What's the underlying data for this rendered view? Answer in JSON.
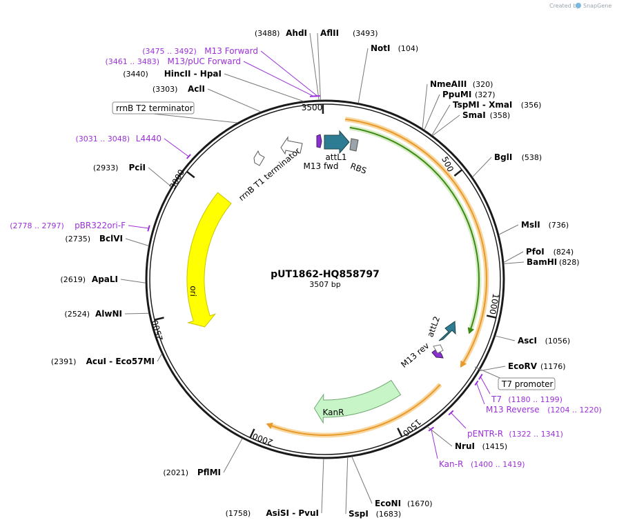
{
  "header": {
    "credit_text": "Created by",
    "brand": "SnapGene"
  },
  "plasmid": {
    "name": "pUT1862-HQ858797",
    "length_label": "3507 bp",
    "length": 3507
  },
  "colors": {
    "backbone": "#1a1a1a",
    "site_line": "#777777",
    "primer": "#9b30d9",
    "promoter_label_border": "#888888",
    "attl": "#2d7c93",
    "rbs": "#9aa3aa",
    "terminator": "#ffffff",
    "m13_fwd": "#8a30d0",
    "ori": "#ffff00",
    "kanr": "#c8f5c8",
    "orf_orange": "#e89a2c",
    "orf_green": "#3d8a12"
  },
  "ticks": [
    {
      "label": "500",
      "position": 500
    },
    {
      "label": "1000",
      "position": 1000
    },
    {
      "label": "1500",
      "position": 1500
    },
    {
      "label": "2000",
      "position": 2000
    },
    {
      "label": "2500",
      "position": 2500
    },
    {
      "label": "3000",
      "position": 3000
    },
    {
      "label": "3500",
      "position": 3500
    }
  ],
  "sites": [
    {
      "id": "ahdi",
      "name": "AhdI",
      "pos_label": "(3488)",
      "position": 3488,
      "side": "left"
    },
    {
      "id": "aflii",
      "name": "AflII",
      "pos_label": "(3493)",
      "position": 3493,
      "side": "right"
    },
    {
      "id": "noti",
      "name": "NotI",
      "pos_label": "(104)",
      "position": 104,
      "side": "right"
    },
    {
      "id": "hincii",
      "name": "HincII - HpaI",
      "pos_label": "(3440)",
      "position": 3440,
      "side": "left"
    },
    {
      "id": "acli",
      "name": "AclI",
      "pos_label": "(3303)",
      "position": 3303,
      "side": "left"
    },
    {
      "id": "nmeaiii",
      "name": "NmeAIII",
      "pos_label": "(320)",
      "position": 320,
      "side": "right"
    },
    {
      "id": "ppumi",
      "name": "PpuMI",
      "pos_label": "(327)",
      "position": 327,
      "side": "right"
    },
    {
      "id": "tspmi",
      "name": "TspMI - XmaI",
      "pos_label": "(356)",
      "position": 356,
      "side": "right"
    },
    {
      "id": "smai",
      "name": "SmaI",
      "pos_label": "(358)",
      "position": 358,
      "side": "right"
    },
    {
      "id": "bgli",
      "name": "BglI",
      "pos_label": "(538)",
      "position": 538,
      "side": "right"
    },
    {
      "id": "msli",
      "name": "MslI",
      "pos_label": "(736)",
      "position": 736,
      "side": "right"
    },
    {
      "id": "pfoi",
      "name": "PfoI",
      "pos_label": "(824)",
      "position": 824,
      "side": "right"
    },
    {
      "id": "bamhi",
      "name": "BamHI",
      "pos_label": "(828)",
      "position": 828,
      "side": "right"
    },
    {
      "id": "asci",
      "name": "AscI",
      "pos_label": "(1056)",
      "position": 1056,
      "side": "right"
    },
    {
      "id": "ecorv",
      "name": "EcoRV",
      "pos_label": "(1176)",
      "position": 1176,
      "side": "right"
    },
    {
      "id": "nrui",
      "name": "NruI",
      "pos_label": "(1415)",
      "position": 1415,
      "side": "right"
    },
    {
      "id": "sspi",
      "name": "SspI",
      "pos_label": "(1683)",
      "position": 1683,
      "side": "right"
    },
    {
      "id": "econi",
      "name": "EcoNI",
      "pos_label": "(1670)",
      "position": 1670,
      "side": "right"
    },
    {
      "id": "asisi",
      "name": "AsiSI - PvuI",
      "pos_label": "(1758)",
      "position": 1758,
      "side": "left"
    },
    {
      "id": "pflmi",
      "name": "PflMI",
      "pos_label": "(2021)",
      "position": 2021,
      "side": "left"
    },
    {
      "id": "acui",
      "name": "AcuI - Eco57MI",
      "pos_label": "(2391)",
      "position": 2391,
      "side": "left"
    },
    {
      "id": "alwni",
      "name": "AlwNI",
      "pos_label": "(2524)",
      "position": 2524,
      "side": "left"
    },
    {
      "id": "apali",
      "name": "ApaLI",
      "pos_label": "(2619)",
      "position": 2619,
      "side": "left"
    },
    {
      "id": "bclvi",
      "name": "BclVI",
      "pos_label": "(2735)",
      "position": 2735,
      "side": "left"
    },
    {
      "id": "pcii",
      "name": "PciI",
      "pos_label": "(2933)",
      "position": 2933,
      "side": "left"
    }
  ],
  "primers": [
    {
      "id": "m13-forward",
      "name": "M13 Forward",
      "pos_label": "(3475 .. 3492)",
      "start": 3475,
      "end": 3492,
      "side": "left"
    },
    {
      "id": "m13-puc-forward",
      "name": "M13/pUC Forward",
      "pos_label": "(3461 .. 3483)",
      "start": 3461,
      "end": 3483,
      "side": "left"
    },
    {
      "id": "l4440",
      "name": "L4440",
      "pos_label": "(3031 .. 3048)",
      "start": 3031,
      "end": 3048,
      "side": "left"
    },
    {
      "id": "pbr322ori-f",
      "name": "pBR322ori-F",
      "pos_label": "(2778 .. 2797)",
      "start": 2778,
      "end": 2797,
      "side": "left"
    },
    {
      "id": "t7",
      "name": "T7",
      "pos_label": "(1180 .. 1199)",
      "start": 1180,
      "end": 1199,
      "side": "right"
    },
    {
      "id": "m13-reverse",
      "name": "M13 Reverse",
      "pos_label": "(1204 .. 1220)",
      "start": 1204,
      "end": 1220,
      "side": "right"
    },
    {
      "id": "pentr-r",
      "name": "pENTR-R",
      "pos_label": "(1322 .. 1341)",
      "start": 1322,
      "end": 1341,
      "side": "right"
    },
    {
      "id": "kan-r",
      "name": "Kan-R",
      "pos_label": "(1400 .. 1419)",
      "start": 1400,
      "end": 1419,
      "side": "right"
    }
  ],
  "boxed_labels": [
    {
      "id": "rrnb-t2",
      "text": "rrnB T2 terminator",
      "position": 3330
    },
    {
      "id": "t7-promoter",
      "text": "T7 promoter",
      "position": 1190
    }
  ],
  "features": [
    {
      "id": "ori",
      "label": "ori",
      "start": 3010,
      "end": 2420,
      "direction": "ccw",
      "color_key": "ori"
    },
    {
      "id": "kanr",
      "label": "KanR",
      "start": 1430,
      "end": 1800,
      "direction": "cw",
      "color_key": "kanr"
    },
    {
      "id": "attl1",
      "label": "attL1",
      "start": 3488,
      "end": 3507,
      "direction": "cw",
      "color_key": "attl"
    },
    {
      "id": "m13-fwd",
      "label": "M13 fwd",
      "start": 3475,
      "end": 3492,
      "direction": "cw",
      "color_key": "m13_fwd"
    },
    {
      "id": "rbs",
      "label": "RBS",
      "start": 30,
      "end": 45,
      "direction": "none",
      "color_key": "rbs"
    },
    {
      "id": "rrnb-t1",
      "label": "rrnB T1 terminator",
      "start": 3400,
      "end": 3440,
      "direction": "ccw",
      "color_key": "terminator"
    },
    {
      "id": "attl2",
      "label": "attL2",
      "start": 1120,
      "end": 1160,
      "direction": "ccw",
      "color_key": "attl"
    },
    {
      "id": "m13-rev",
      "label": "M13 rev",
      "start": 1204,
      "end": 1220,
      "direction": "ccw",
      "color_key": "m13_fwd"
    }
  ],
  "orf_arcs": [
    {
      "id": "orf-orange-1",
      "start": 70,
      "end": 1200,
      "direction": "cw",
      "color_key": "orf_orange"
    },
    {
      "id": "orf-green-1",
      "start": 90,
      "end": 1080,
      "direction": "cw",
      "color_key": "orf_green"
    },
    {
      "id": "orf-orange-2",
      "start": 1290,
      "end": 1970,
      "direction": "cw",
      "color_key": "orf_orange"
    }
  ]
}
